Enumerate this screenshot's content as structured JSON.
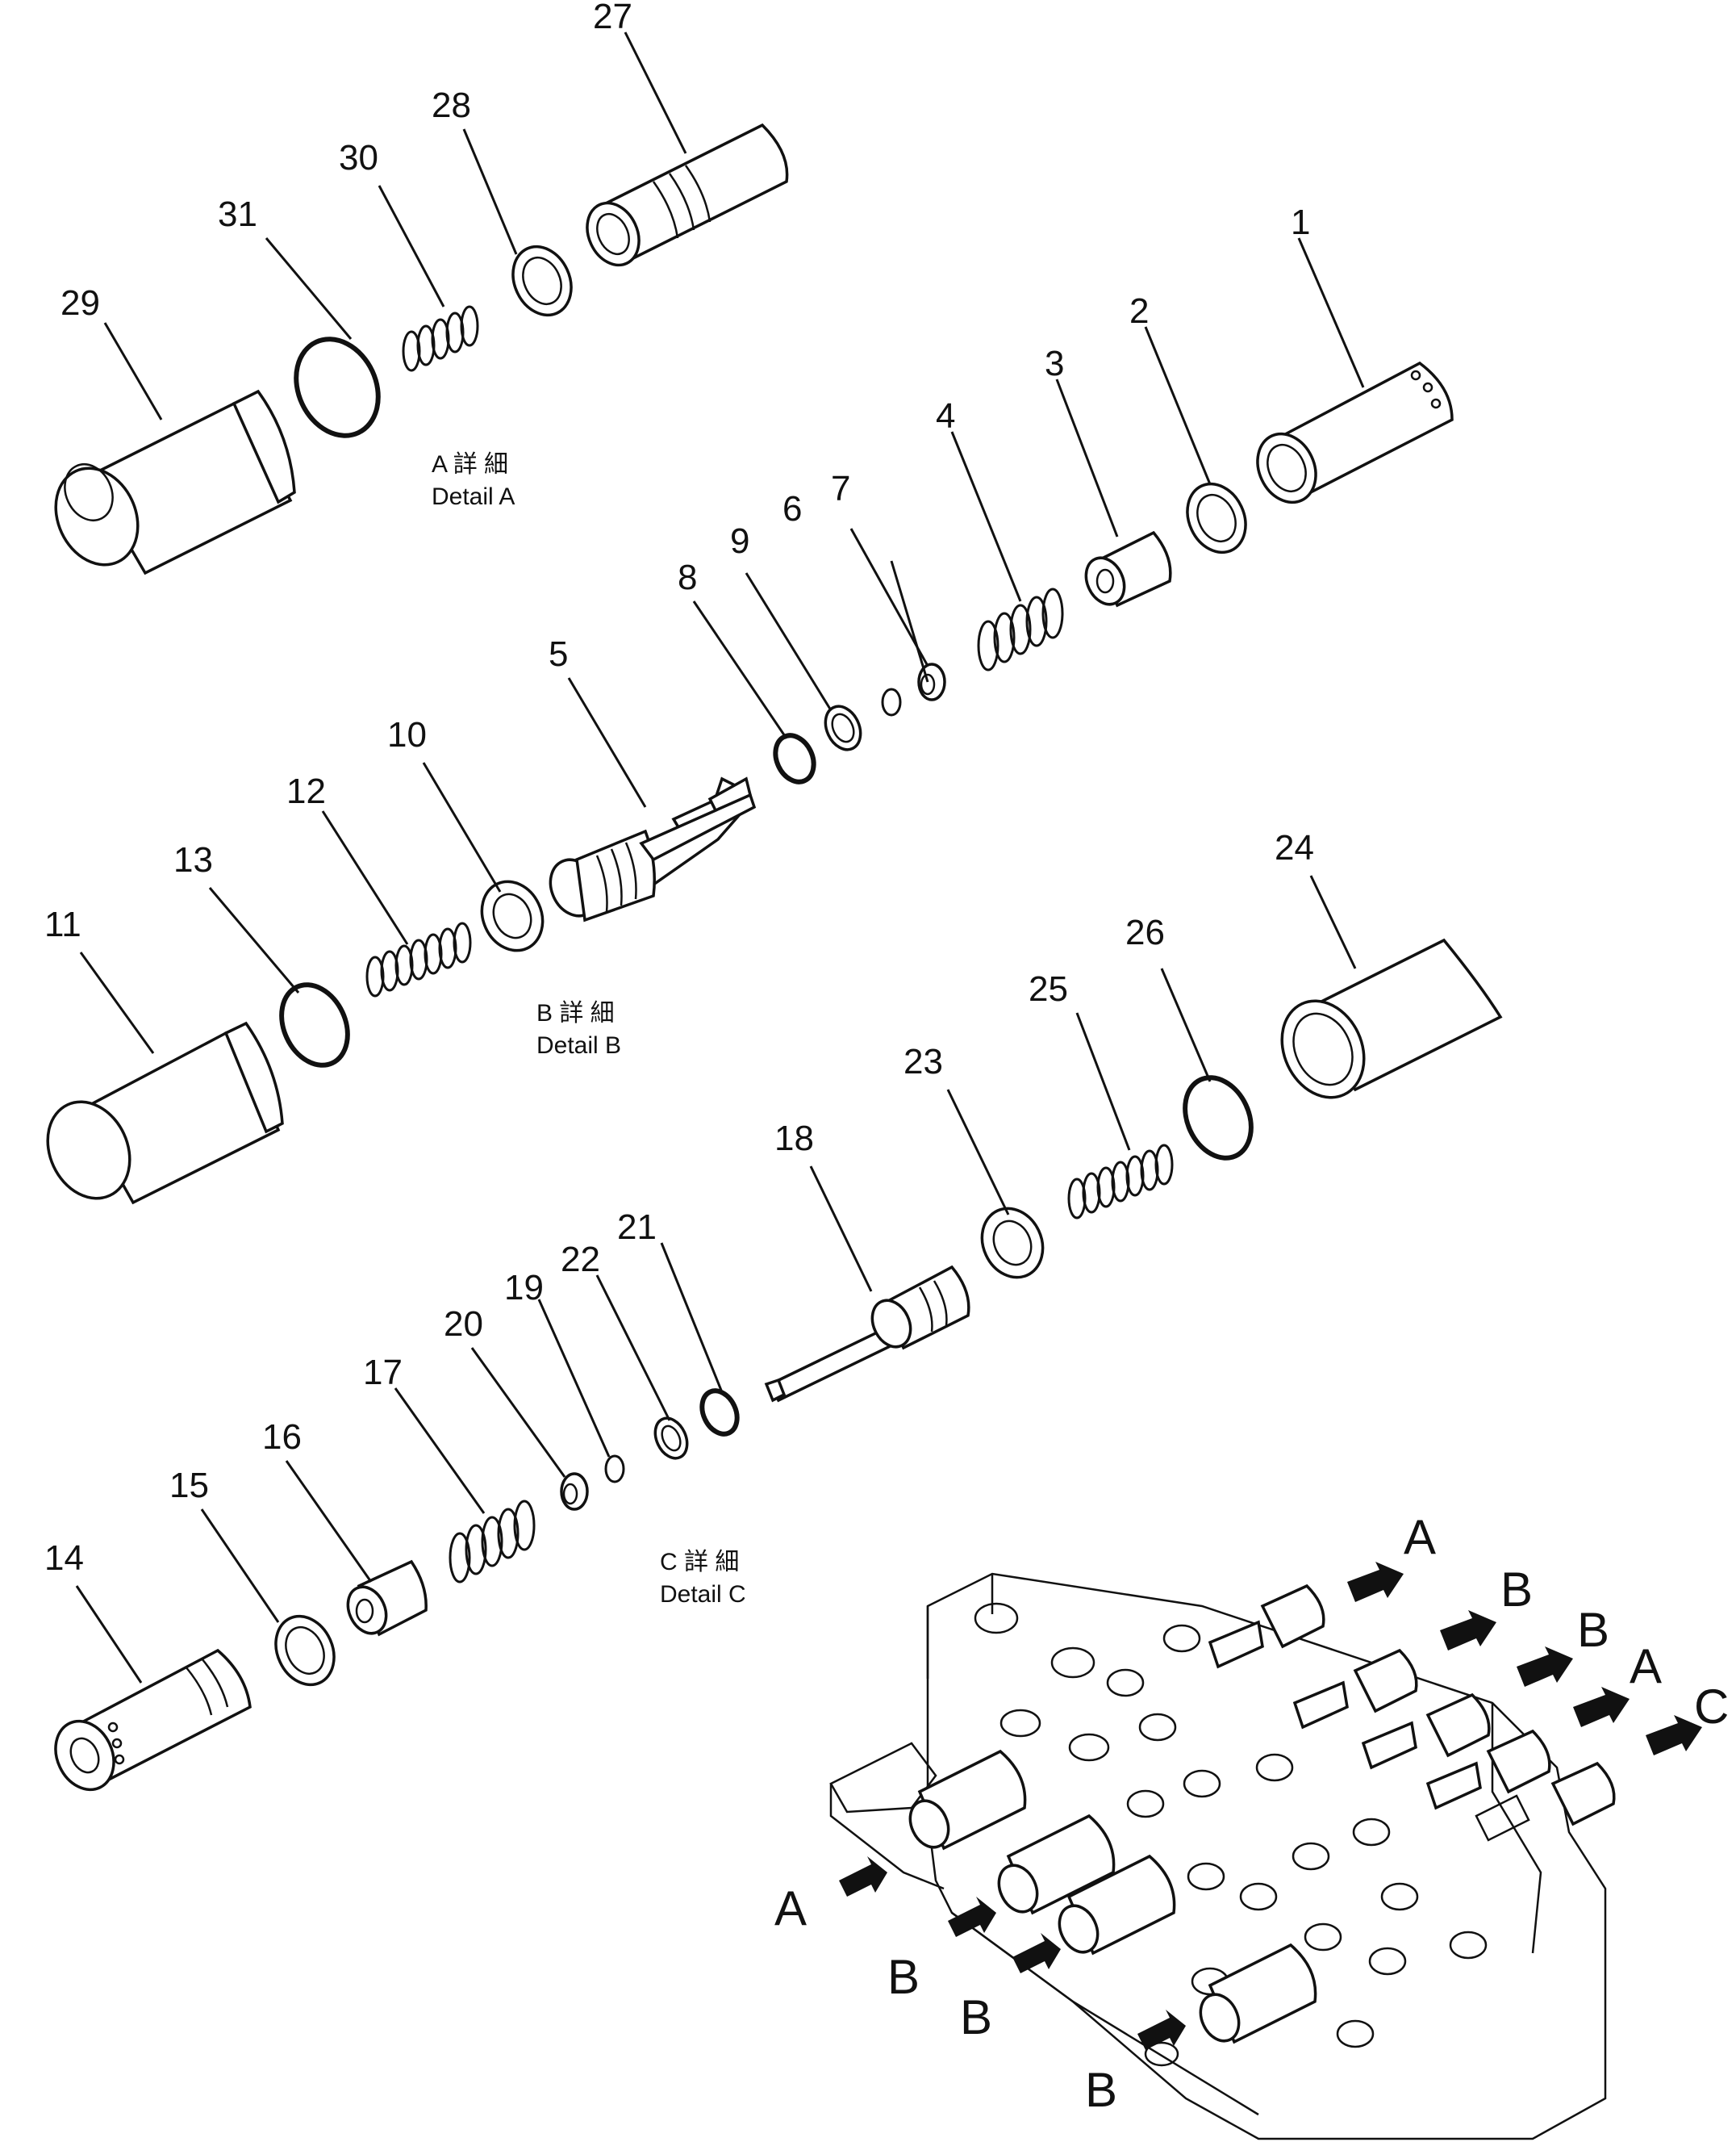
{
  "callouts": [
    "1",
    "2",
    "3",
    "4",
    "5",
    "6",
    "7",
    "8",
    "9",
    "10",
    "11",
    "12",
    "13",
    "14",
    "15",
    "16",
    "17",
    "18",
    "19",
    "20",
    "21",
    "22",
    "23",
    "24",
    "25",
    "26",
    "27",
    "28",
    "29",
    "30",
    "31"
  ],
  "details": {
    "a": {
      "kanji": "A 詳 細",
      "label": "Detail A"
    },
    "b": {
      "kanji": "B 詳 細",
      "label": "Detail B"
    },
    "c": {
      "kanji": "C 詳 細",
      "label": "Detail C"
    }
  },
  "assembly_letters": {
    "top": [
      "A",
      "B",
      "B",
      "A",
      "C"
    ],
    "bottom": [
      "A",
      "B",
      "B",
      "B"
    ]
  }
}
